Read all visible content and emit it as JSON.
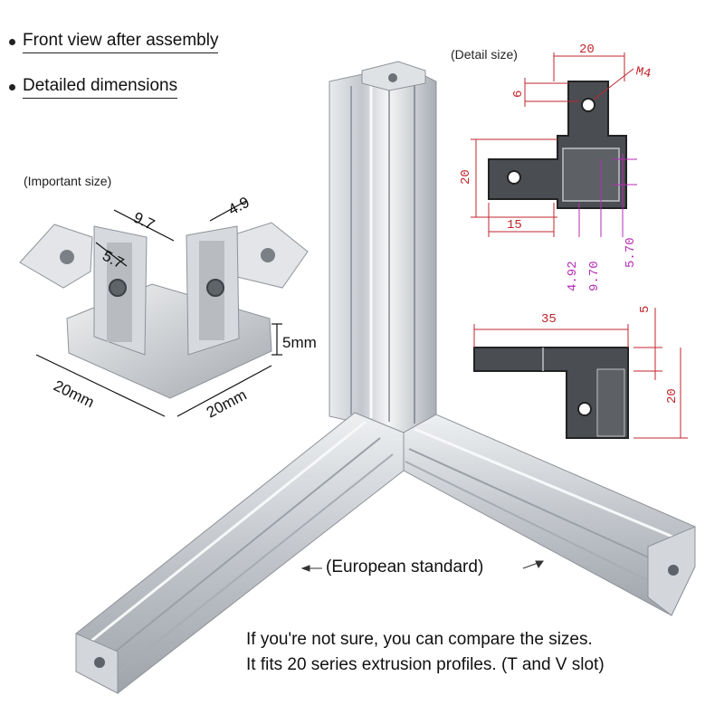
{
  "bullets": [
    {
      "text": "Front view after assembly"
    },
    {
      "text": "Detailed dimensions"
    }
  ],
  "important": {
    "label": "(Important size)",
    "dims": {
      "a": "9.7",
      "b": "4.9",
      "c": "5.7",
      "d": "5mm",
      "e": "20mm",
      "f": "20mm"
    }
  },
  "detail": {
    "label": "(Detail size)",
    "top": {
      "w": "20",
      "hole": "6",
      "thread": "M4",
      "h": "20",
      "arm": "15",
      "m1": "4.92",
      "m2": "9.70",
      "m3": "5.70"
    },
    "side": {
      "len": "35",
      "t": "5",
      "h": "20"
    }
  },
  "standard": "(European standard)",
  "fit_line1": "If you're not sure, you can compare the sizes.",
  "fit_line2": "It fits 20 series extrusion profiles. (T and V slot)",
  "colors": {
    "cad_red": "#c0262d",
    "cad_magenta": "#b52bb5",
    "metal": "#c9cdd2",
    "dark_part": "#4a4d52"
  }
}
